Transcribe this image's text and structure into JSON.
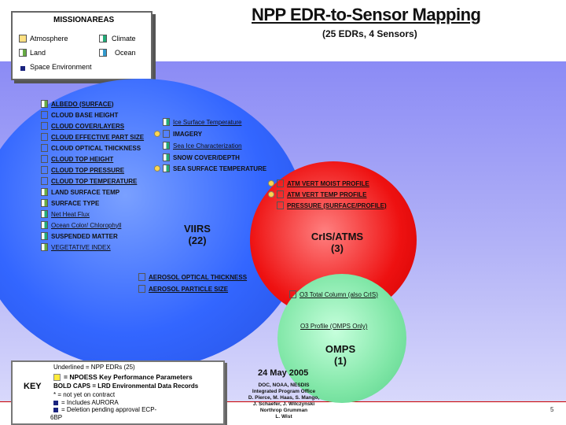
{
  "title": "NPP EDR-to-Sensor Mapping",
  "subtitle": "(25 EDRs, 4 Sensors)",
  "legend": {
    "title": "MISSIONAREAS",
    "atmosphere": "Atmosphere",
    "climate": "Climate",
    "land": "Land",
    "ocean": "Ocean",
    "space": "Space Environment"
  },
  "viirs": {
    "label": "VIIRS",
    "count": "(22)",
    "items": [
      "ALBEDO (SURFACE)",
      "CLOUD BASE HEIGHT",
      "CLOUD COVER/LAYERS",
      "CLOUD EFFECTIVE PART SIZE",
      "CLOUD OPTICAL THICKNESS",
      "CLOUD TOP HEIGHT",
      "CLOUD TOP PRESSURE",
      "CLOUD TOP TEMPERATURE",
      "LAND SURFACE TEMP",
      "SURFACE TYPE",
      "Net Heat Flux",
      "Ocean Color/ Chlorophyll",
      "SUSPENDED MATTER",
      "VEGETATIVE INDEX"
    ],
    "right_items": [
      "Ice Surface Temperature",
      "IMAGERY",
      "Sea Ice Characterization",
      "SNOW COVER/DEPTH",
      "SEA SURFACE TEMPERATURE"
    ],
    "shared_items": [
      "AEROSOL OPTICAL THICKNESS",
      "AEROSOL PARTICLE SIZE"
    ]
  },
  "cris": {
    "label": "CrIS/ATMS",
    "count": "(3)",
    "items": [
      "ATM VERT MOIST PROFILE",
      "ATM VERT TEMP PROFILE",
      "PRESSURE (SURFACE/PROFILE)"
    ]
  },
  "omps": {
    "label": "OMPS",
    "count": "(1)",
    "total_column": "O3 Total Column (also CrIS)",
    "profile": "O3 Profile (OMPS Only)"
  },
  "key": {
    "label": "KEY",
    "line1": "Underlined = NPP EDRs (25)",
    "line2": "= NPOESS Key Performance Parameters",
    "line3": "BOLD CAPS = LRD Environmental Data Records",
    "line4": "* = not yet on contract",
    "line5": "= Includes AURORA",
    "line6": "= Deletion pending approval ECP-",
    "line7": "6BP"
  },
  "date": "24 May 2005",
  "credits": [
    "DOC, NOAA, NESDIS",
    "Integrated Program Office",
    "D. Pierce, M. Haas, S. Mango,",
    "J. Schaefer, J. Wilczynski",
    "Northrop Grumman",
    "L. Wist"
  ],
  "page_number": "5",
  "colors": {
    "viirs": "#3366ff",
    "cris": "#ee1111",
    "omps": "#7fe6a6",
    "background": "#9c9cf6"
  }
}
